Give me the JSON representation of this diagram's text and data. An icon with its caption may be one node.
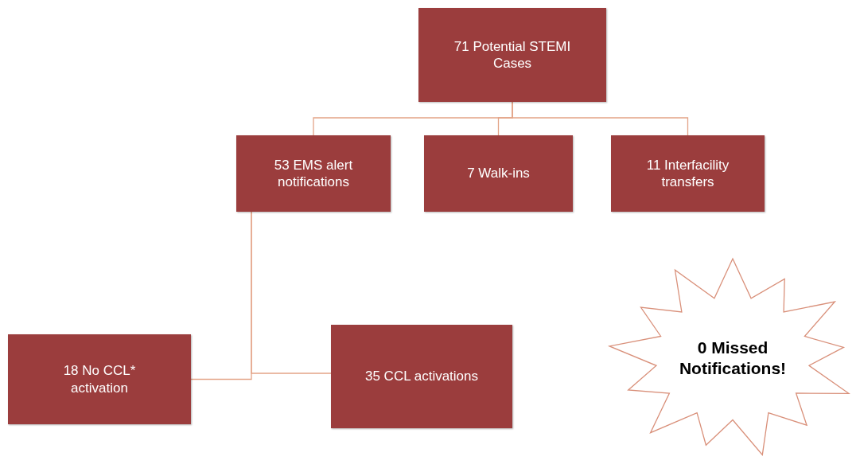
{
  "diagram": {
    "nodes": [
      {
        "text": [
          "71 Potential STEMI Cases"
        ]
      },
      {
        "text": [
          "53 EMS alert notifications"
        ]
      },
      {
        "text": [
          "7 Walk-ins"
        ]
      },
      {
        "text": [
          "11 Interfacility transfers"
        ]
      },
      {
        "text": [
          "18 No CCL* activation"
        ]
      },
      {
        "text": [
          "35 CCL activations"
        ]
      },
      {
        "text": [
          "0 Missed Notifications!"
        ]
      }
    ],
    "edges": [
      {
        "from": 0,
        "to": 1,
        "arrow": "none"
      },
      {
        "from": 0,
        "to": 2,
        "arrow": "none"
      },
      {
        "from": 0,
        "to": 3,
        "arrow": "none"
      },
      {
        "from": 1,
        "to": 4,
        "arrow": "none"
      },
      {
        "from": 1,
        "to": 5,
        "arrow": "none"
      }
    ]
  }
}
